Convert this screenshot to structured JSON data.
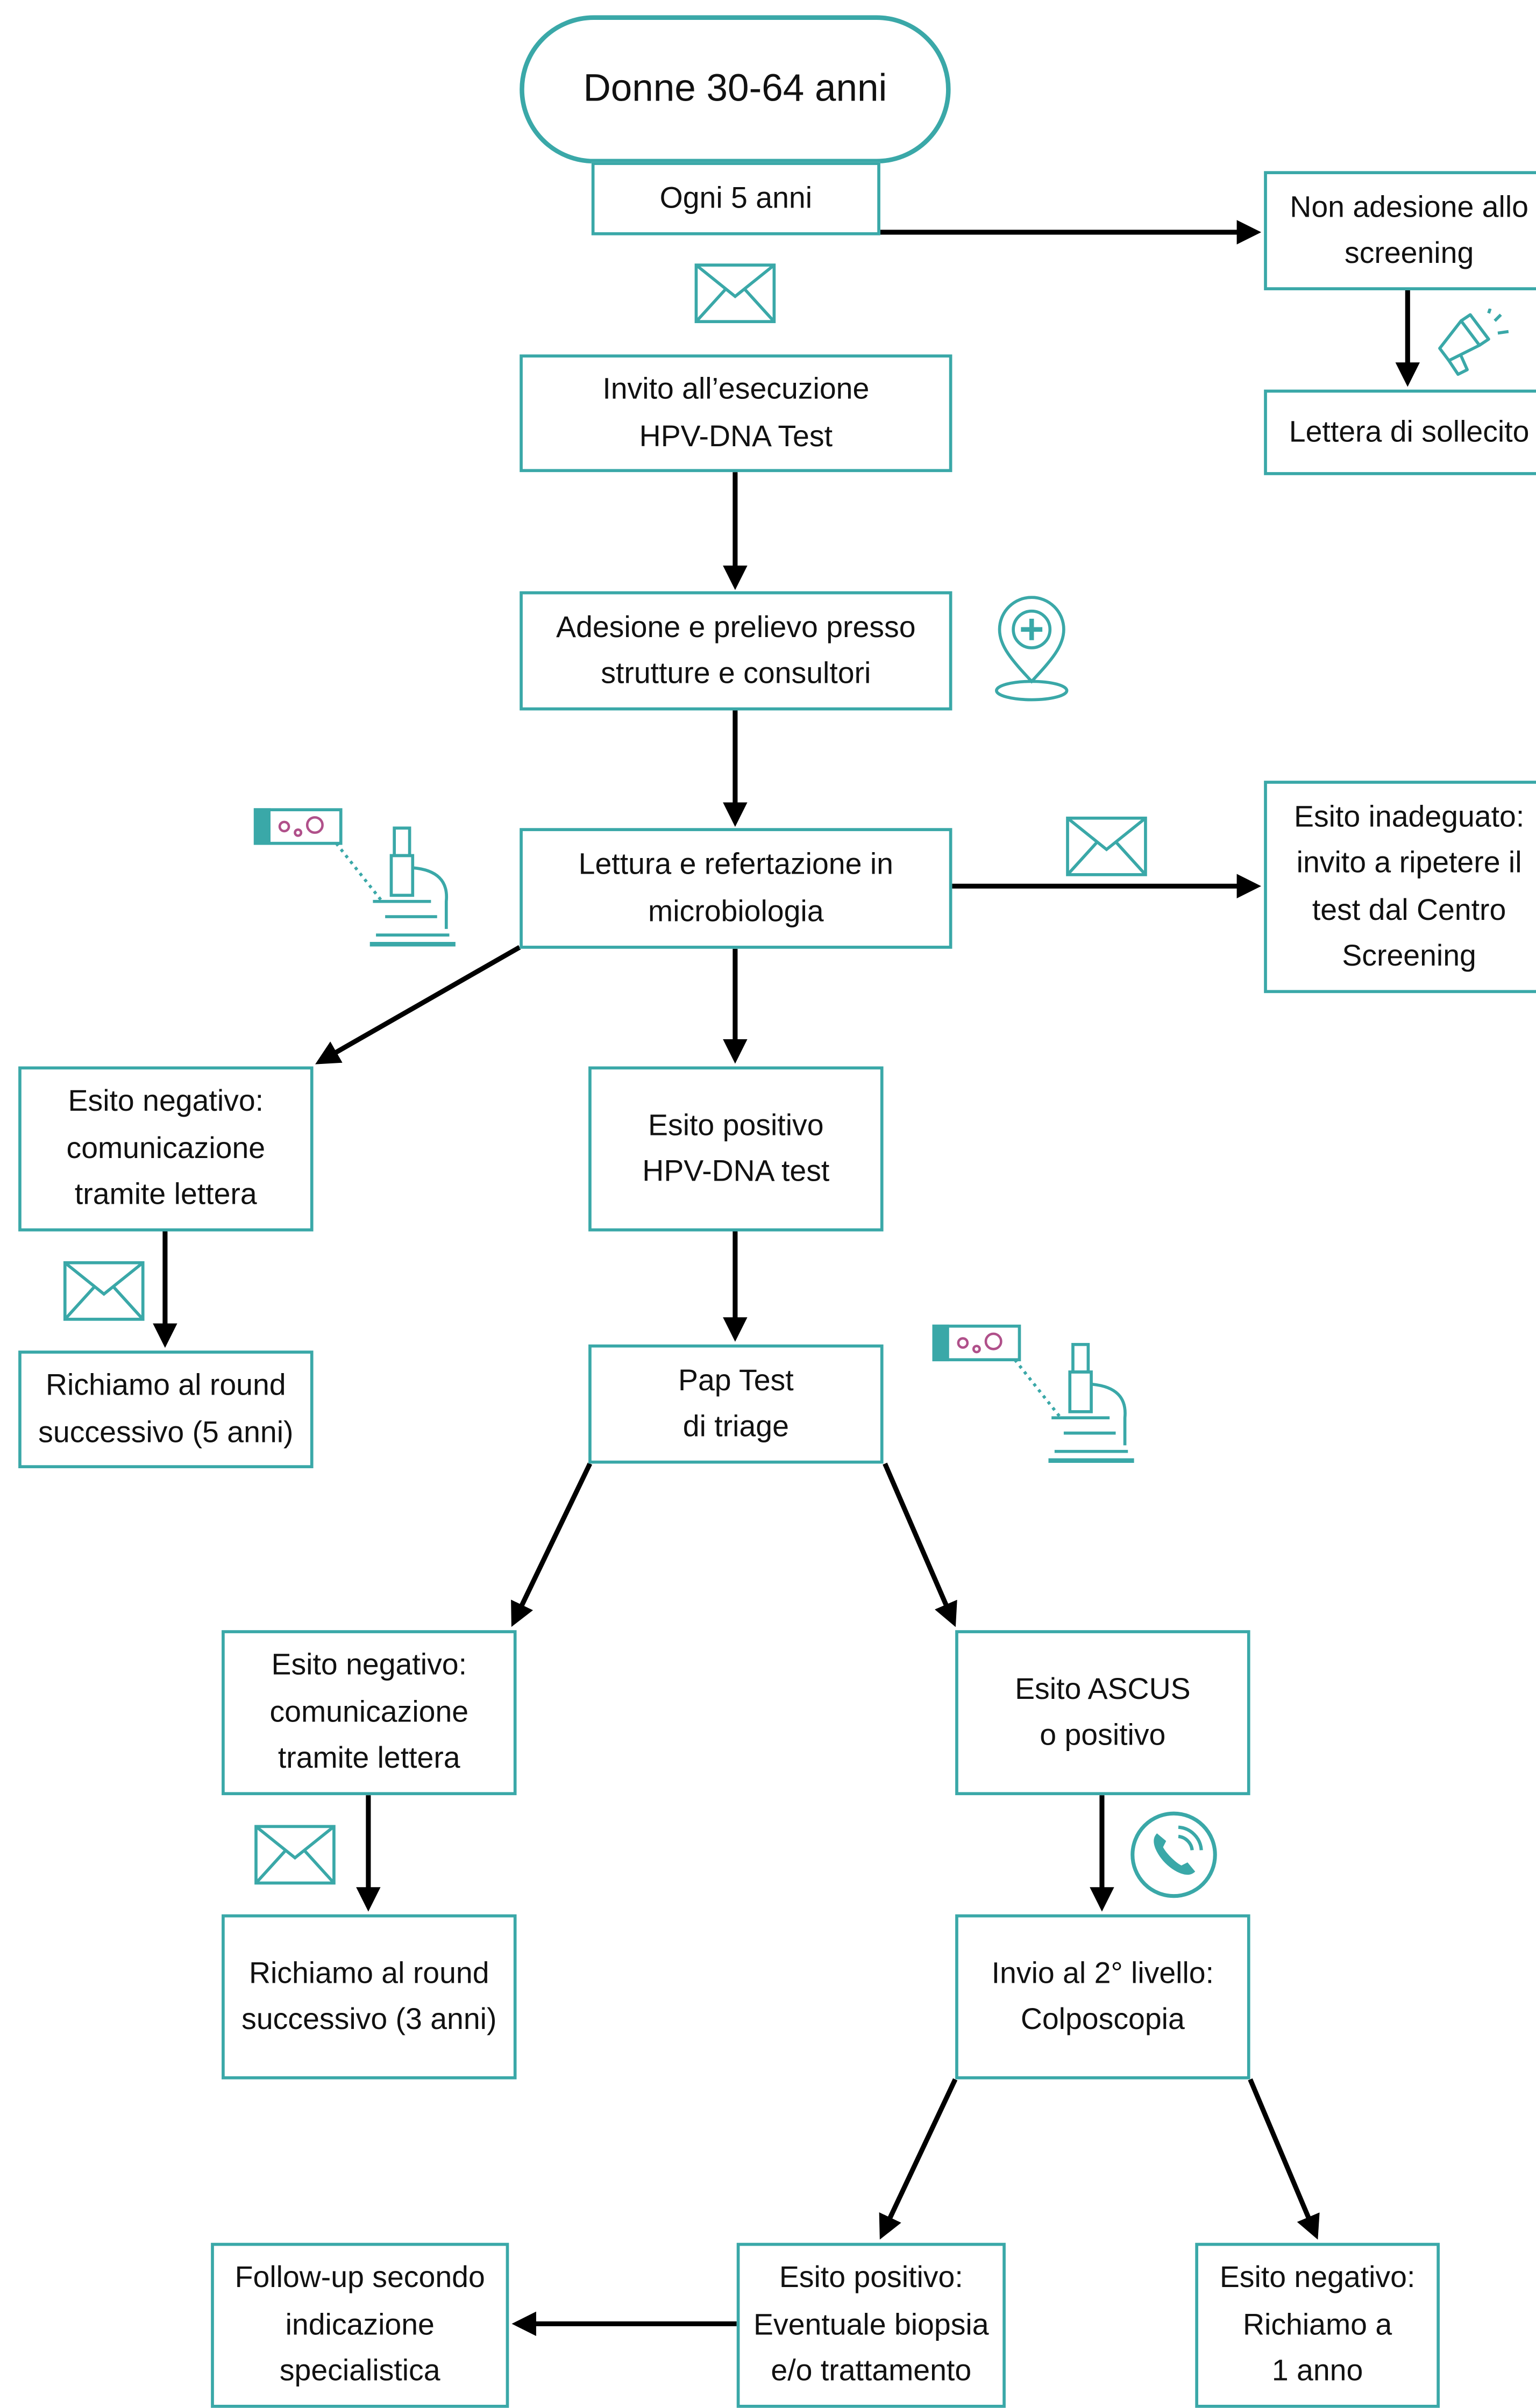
{
  "colors": {
    "accent": "#3aa8a8",
    "arrow": "#000000",
    "icon": "#3aa8a8",
    "icon_detail": "#b0508a"
  },
  "icons": [
    "envelope-icon",
    "megaphone-icon",
    "location-pin-plus-icon",
    "microscope-slide-icon",
    "phone-icon"
  ],
  "nodes": {
    "start": "Donne 30-64 anni",
    "every5": "Ogni 5 anni",
    "non_adesione": "Non adesione allo\nscreening",
    "sollecito": "Lettera di sollecito",
    "invito": "Invito all’esecuzione\nHPV-DNA Test",
    "adesione": "Adesione e prelievo presso\nstrutture e consultori",
    "lettura": "Lettura e refertazione in\nmicrobiologia",
    "inadeguato": "Esito inadeguato:\ninvito a ripetere il\ntest dal Centro\nScreening",
    "negativo1": "Esito negativo:\ncomunicazione\ntramite lettera",
    "positivo_hpv": "Esito positivo\nHPV-DNA test",
    "richiamo5": "Richiamo al round\nsuccessivo (5 anni)",
    "paptest": "Pap Test\ndi triage",
    "negativo2": "Esito negativo:\ncomunicazione\ntramite lettera",
    "ascus": "Esito ASCUS\no positivo",
    "richiamo3": "Richiamo al round\nsuccessivo (3 anni)",
    "colposcopia": "Invio al 2° livello:\nColposcopia",
    "followup": "Follow-up secondo\nindicazione\nspecialistica",
    "positivo_biopsia": "Esito positivo:\nEventuale biopsia\ne/o trattamento",
    "negativo_1anno": "Esito negativo:\nRichiamo a\n1 anno"
  }
}
